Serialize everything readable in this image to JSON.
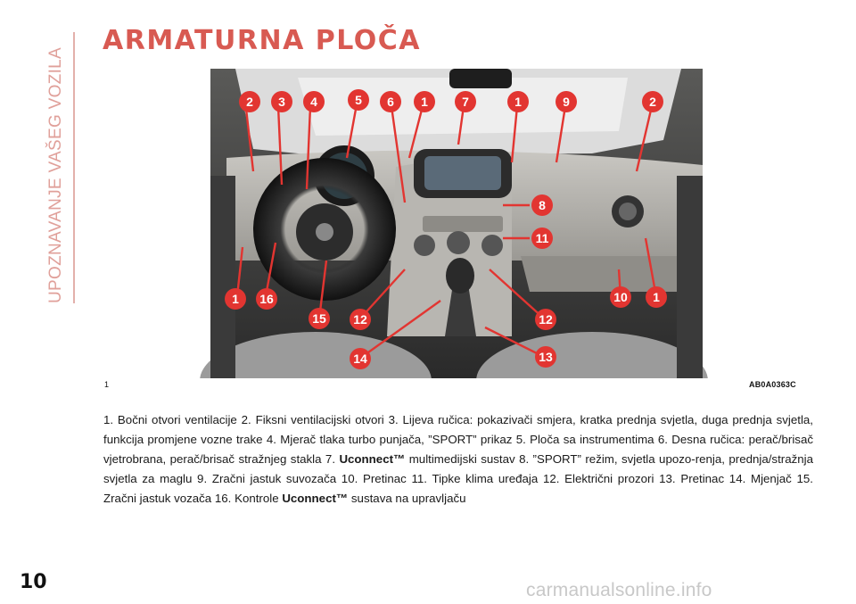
{
  "side_tab": {
    "label": "UPOZNAVANJE VAŠEG VOZILA"
  },
  "page": {
    "title": "ARMATURNA PLOČA",
    "number": "10"
  },
  "figure": {
    "number": "1",
    "code": "AB0A0363C",
    "callouts": [
      "2",
      "3",
      "4",
      "5",
      "6",
      "1",
      "7",
      "1",
      "9",
      "2",
      "8",
      "11",
      "1",
      "16",
      "15",
      "12",
      "14",
      "12",
      "13",
      "10",
      "1"
    ]
  },
  "caption": {
    "part1": "1. Bočni otvori ventilacije 2. Fiksni ventilacijski otvori 3. Lijeva ručica: pokazivači smjera, kratka prednja svjetla, duga prednja svjetla, funkcija promjene vozne trake 4. Mjerač tlaka turbo punjača, ”SPORT” prikaz 5. Ploča sa instrumentima 6. Desna ručica: perač/brisač vjetrobrana, perač/brisač stražnjeg stakla 7.",
    "brand1": "Uconnect™",
    "part2": "multimedijski sustav 8. ”SPORT” režim, svjetla upozo-renja, prednja/stražnja svjetla za maglu 9. Zračni jastuk suvozača 10. Pretinac 11. Tipke klima uređaja 12. Električni prozori 13. Pretinac 14. Mjenjač 15. Zračni jastuk vozača 16. Kontrole",
    "brand2": "Uconnect™",
    "part3": "sustava na upravljaču"
  },
  "watermark": "carmanualsonline.info",
  "colors": {
    "accent": "#d85a52",
    "callout": "#e23531",
    "side_tab": "#e0a09a"
  }
}
